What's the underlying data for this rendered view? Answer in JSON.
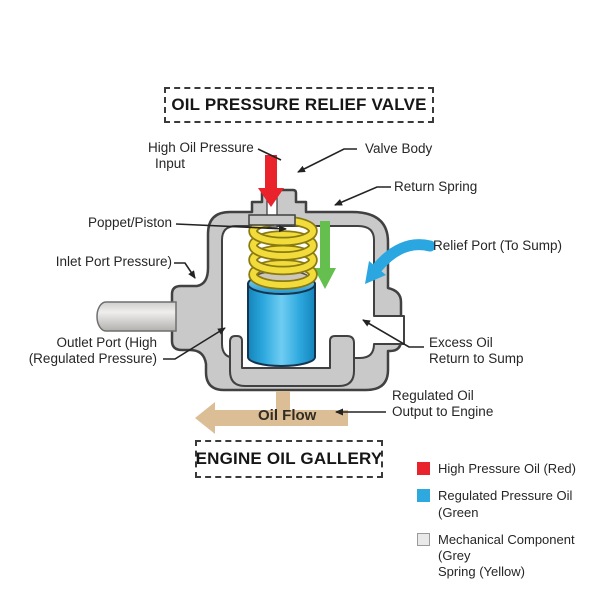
{
  "title": "OIL PRESSURE RELIEF VALVE",
  "footer_box": "ENGINE OIL GALLERY",
  "labels": {
    "high_oil_pressure_line1": "High Oil Pressure",
    "high_oil_pressure_line2": "Input",
    "valve_body": "Valve Body",
    "return_spring": "Return Spring",
    "poppet_piston": "Poppet/Piston",
    "inlet_port": "Inlet Port Pressure)",
    "relief_port": "Relief Port (To Sump)",
    "outlet_port_line1": "Outlet Port (High",
    "outlet_port_line2": "(Regulated Pressure)",
    "excess_oil_line1": "Excess Oil",
    "excess_oil_line2": "Return to Sump",
    "regulated_oil_line1": "Regulated Oil",
    "regulated_oil_line2": "Output to Engine",
    "oil_flow": "Oil Flow"
  },
  "legend": {
    "items": [
      {
        "label": "High Pressure Oil (Red)",
        "color": "#e8232b"
      },
      {
        "label": "Regulated Pressure Oil (Green",
        "color": "#2ea9e0"
      },
      {
        "label": "Mechanical Component (Grey",
        "label2": "Spring (Yellow)",
        "color": "#e9e9e9"
      }
    ]
  },
  "colors": {
    "red_arrow": "#e9222b",
    "green_arrow": "#65bf4e",
    "blue_arrow": "#2aa7e0",
    "spring_yellow": "#f2dc3c",
    "spring_shadow": "#8a7a10",
    "body_grey": "#c9c9c9",
    "oil_flow_tan": "#dcbe96",
    "outline": "#414141",
    "text": "#262626"
  }
}
